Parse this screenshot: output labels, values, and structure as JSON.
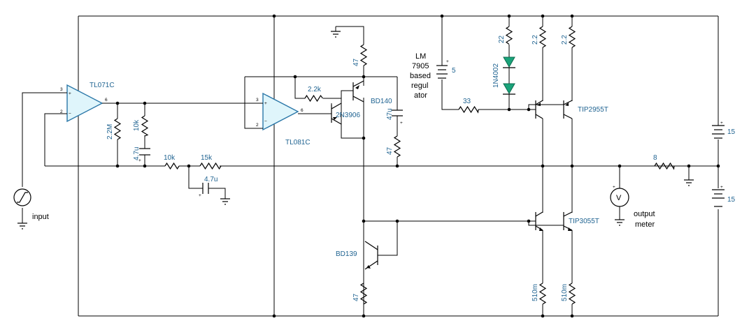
{
  "components": {
    "opamp1": "TL071C",
    "opamp2": "TL081C",
    "r_feedback": "2.2M",
    "r_bias": "10k",
    "c_in": "4.7u",
    "r_filter1": "10k",
    "r_filter2": "15k",
    "c_filter": "4.7u",
    "r_base": "2.2k",
    "r_top47": "47",
    "c_47u": "47u",
    "r_mid47": "47",
    "r_low47": "47",
    "q_2n3906": "2N3906",
    "q_bd140": "BD140",
    "q_bd139": "BD139",
    "regulator_line1": "LM",
    "regulator_line2": "7905",
    "regulator_line3": "based",
    "regulator_line4": "regul",
    "regulator_line5": "ator",
    "reg_voltage": "5",
    "r_33": "33",
    "r_22": "22",
    "diode": "1N4002",
    "r_2_2a": "2.2",
    "r_2_2b": "2.2",
    "q_tip2955": "TIP2955T",
    "q_tip3055": "TIP3055T",
    "r_510a": "510m",
    "r_510b": "510m",
    "r_load": "8",
    "supply_top": "15",
    "supply_bottom": "15",
    "input_label": "input",
    "meter_label_1": "output",
    "meter_label_2": "meter",
    "meter_symbol": "V"
  },
  "pins": {
    "p3": "3",
    "p2": "2",
    "p6": "6",
    "plus": "+",
    "minus": "−"
  },
  "icons": {
    "source": "signal-source-icon",
    "ground": "ground-icon",
    "battery": "battery-icon",
    "voltmeter": "voltmeter-icon",
    "led": "diode-icon"
  },
  "colors": {
    "label": "#1f6391",
    "wire": "#000000",
    "diode": "#1aa37a",
    "opamp_fill": "#dff5fb"
  }
}
